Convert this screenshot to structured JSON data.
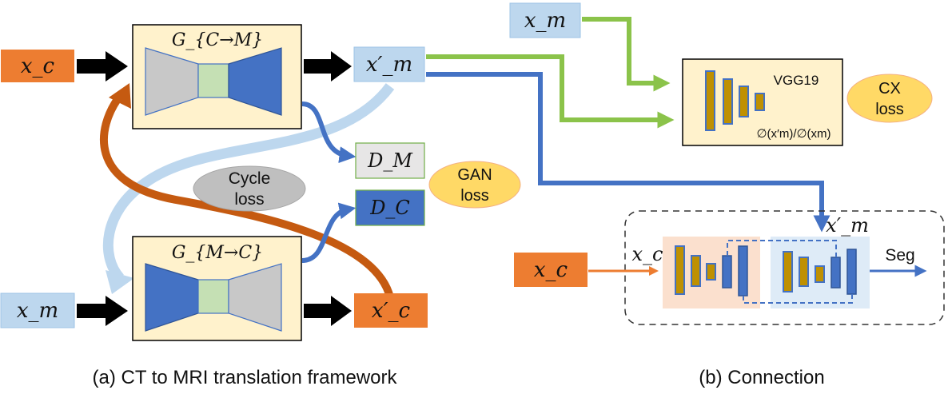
{
  "inputs": {
    "xc_left": "x_c",
    "xm_left": "x_m",
    "xm_top": "x_m",
    "xc_right": "x_c",
    "xc_inside": "x_c"
  },
  "generators": {
    "g_ct_to_mri": "G_{C→M}",
    "g_mri_to_ct": "G_{M→C}"
  },
  "outputs": {
    "xm_prime": "x′_m",
    "xc_prime": "x′_c",
    "xm_prime_inside": "x′_m"
  },
  "discriminators": {
    "dm": "D_M",
    "dc": "D_C"
  },
  "losses": {
    "cycle_line1": "Cycle",
    "cycle_line2": "loss",
    "gan_line1": "GAN",
    "gan_line2": "loss",
    "cx_line1": "CX",
    "cx_line2": "loss"
  },
  "vgg": {
    "title": "VGG19",
    "formula": "∅(x′m)/∅(xm)"
  },
  "seg_label": "Seg",
  "captions": {
    "a": "(a) CT to MRI translation framework",
    "b": "(b) Connection"
  },
  "colors": {
    "orange": "#ED7D31",
    "light_blue": "#BDD7EE",
    "dark_blue": "#4472C4",
    "gray": "#C8C8C8",
    "green_light": "#C5E0B4",
    "gen_bg": "#FFF2CC",
    "green_arrow": "#8BC34A",
    "rust": "#C55A11",
    "mustard": "#BF9000",
    "loss_ellipse": "#FFD966"
  }
}
